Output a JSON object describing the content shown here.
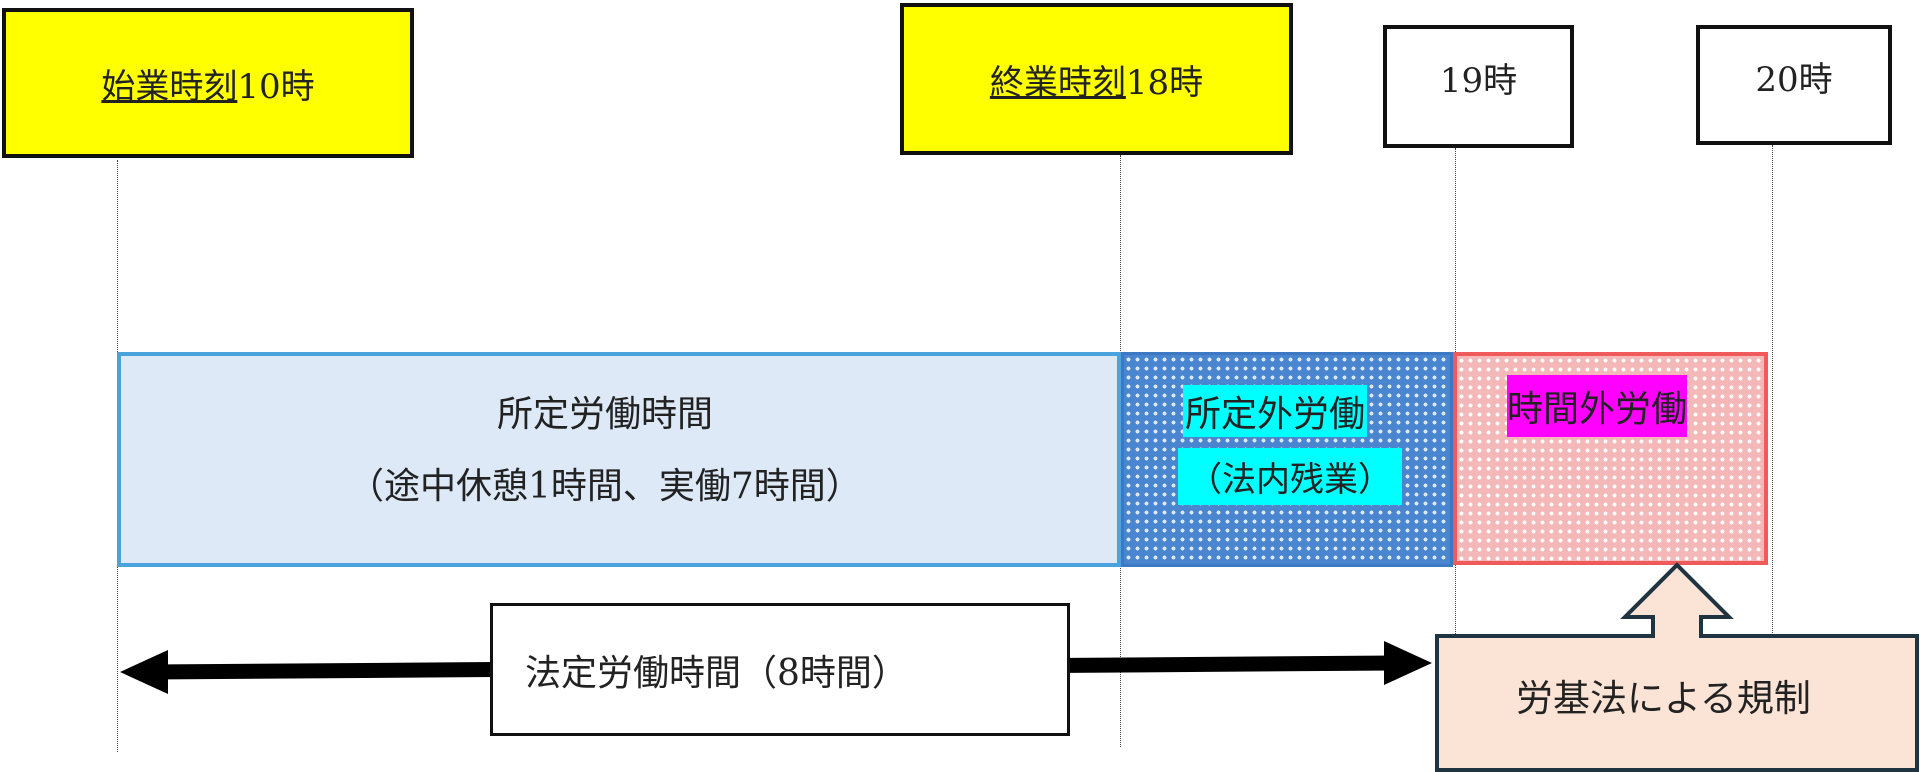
{
  "time_labels": {
    "start": {
      "prefix": "始業時刻",
      "time": "10時"
    },
    "end": {
      "prefix": "終業時刻",
      "time": "18時"
    },
    "t19": "19時",
    "t20": "20時"
  },
  "segments": {
    "scheduled": {
      "title": "所定労働時間",
      "note": "（途中休憩1時間、実働7時間）"
    },
    "non_scheduled": {
      "title": "所定外労働",
      "note": "（法内残業）"
    },
    "overtime": {
      "title": "時間外労働"
    }
  },
  "legal_hours": {
    "label": "法定労働時間（8時間）"
  },
  "regulation": {
    "label": "労基法による規制"
  },
  "colors": {
    "label_yellow": "#ffff00",
    "scheduled_fill": "#dde9f6",
    "scheduled_border": "#4aa3dc",
    "non_scheduled_fill": "#4a86cf",
    "overtime_fill": "#f5b8b8",
    "overtime_border": "#ef5a5a",
    "cyan_highlight": "#00ffff",
    "magenta_highlight": "#ff00ff",
    "regulation_fill": "#fbe3d6",
    "regulation_border": "#1f3340"
  }
}
